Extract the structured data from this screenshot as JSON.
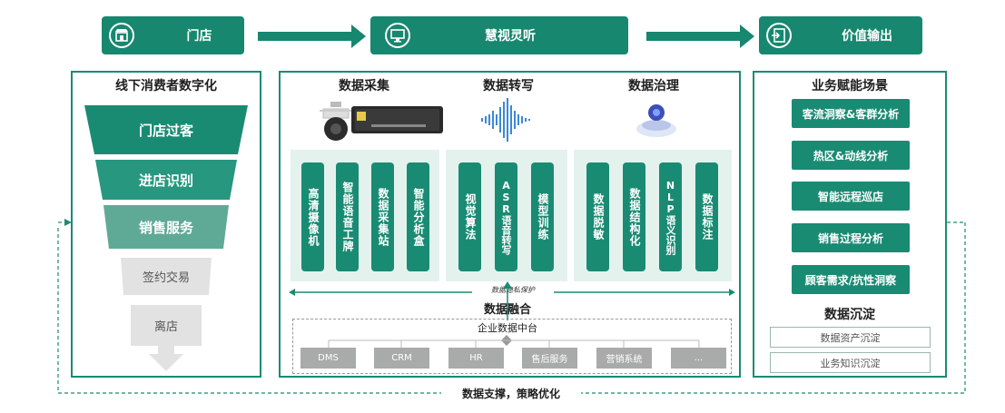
{
  "header": {
    "store": "门店",
    "platform": "慧视灵听",
    "value": "价值输出"
  },
  "left": {
    "title": "线下消费者数字化",
    "funnel": [
      "门店过客",
      "进店识别",
      "销售服务",
      "签约交易",
      "离店"
    ]
  },
  "middle": {
    "sections": [
      "数据采集",
      "数据转写",
      "数据治理"
    ],
    "collect_items": [
      "高清摄像机",
      "智能语音工牌",
      "数据采集站",
      "智能分析盒"
    ],
    "transcribe_items": [
      "视觉算法",
      "ASR语音转写",
      "模型训练"
    ],
    "govern_items": [
      "数据脱敏",
      "数据结构化",
      "NLP语义识别",
      "数据标注"
    ],
    "privacy_label": "数据隐私保护",
    "fusion_label": "数据融合",
    "center_label": "企业数据中台",
    "systems": [
      "DMS",
      "CRM",
      "HR",
      "售后服务",
      "营销系统",
      "..."
    ]
  },
  "right": {
    "title": "业务赋能场景",
    "scenarios": [
      "客流洞察&客群分析",
      "热区&动线分析",
      "智能远程巡店",
      "销售过程分析",
      "顾客需求/抗性洞察"
    ],
    "sediment_title": "数据沉淀",
    "sediment_items": [
      "数据资产沉淀",
      "业务知识沉淀"
    ]
  },
  "footer": {
    "label": "数据支撑，策略优化"
  },
  "colors": {
    "primary": "#17876f",
    "light_bg": "#e4f2ee",
    "grey": "#a9aaaa"
  }
}
